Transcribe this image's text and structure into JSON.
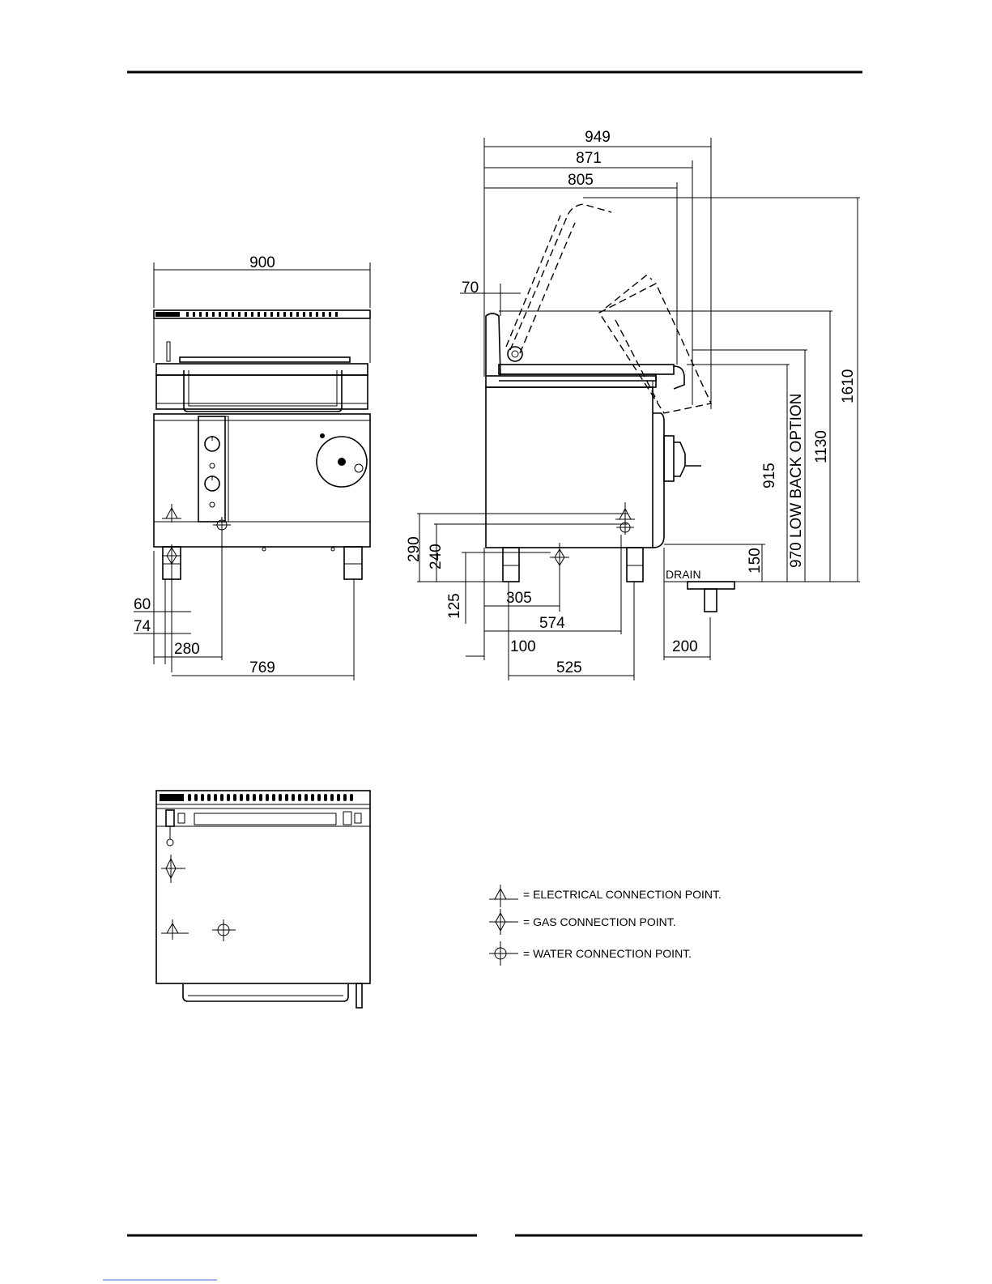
{
  "front_view": {
    "dims": {
      "width_900": "900",
      "dim_60": "60",
      "dim_74": "74",
      "dim_280": "280",
      "dim_769": "769"
    }
  },
  "side_view": {
    "dims": {
      "dim_949": "949",
      "dim_871": "871",
      "dim_805": "805",
      "dim_70": "70",
      "dim_290": "290",
      "dim_240": "240",
      "dim_125": "125",
      "dim_305": "305",
      "dim_574": "574",
      "dim_100": "100",
      "dim_525": "525",
      "dim_200": "200",
      "dim_150": "150",
      "dim_915": "915",
      "dim_970": "970 LOW BACK OPTION",
      "dim_1130": "1130",
      "dim_1610": "1610"
    },
    "drain_label": "DRAIN"
  },
  "legend": {
    "electrical": "= ELECTRICAL CONNECTION POINT.",
    "gas": "= GAS CONNECTION POINT.",
    "water": "= WATER CONNECTION POINT."
  }
}
